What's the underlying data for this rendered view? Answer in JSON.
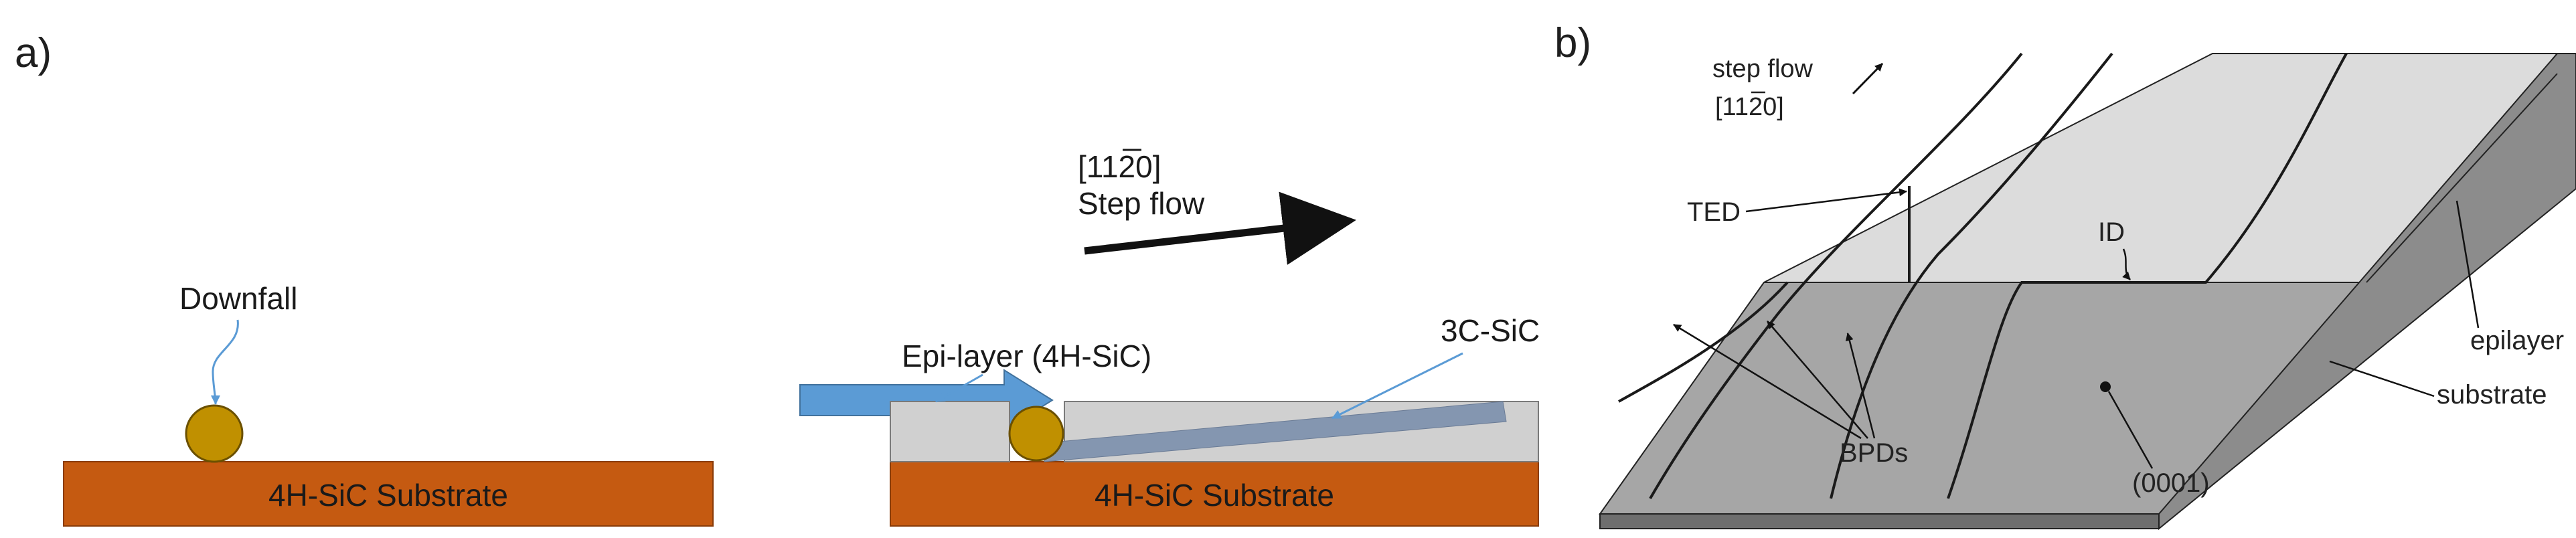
{
  "panel_a": {
    "tag": "a)",
    "downfall_label": "Downfall",
    "substrate_left_label": "4H-SiC Substrate",
    "substrate_right_label": "4H-SiC Substrate",
    "direction_label": "[11",
    "direction_digit": "2",
    "direction_tail": "0]",
    "step_flow_label": "Step flow",
    "epi_label": "Epi-layer (4H-SiC)",
    "polytype_label": "3C-SiC",
    "colors": {
      "substrate": "#c55a11",
      "particle": "#c09000",
      "epi": "#d0d0d0",
      "inclusion": "#8496b0",
      "process_arrow": "#5b9bd5",
      "callout": "#5b9bd5"
    }
  },
  "panel_b": {
    "tag": "b)",
    "step_flow_label": "step flow",
    "direction_label": "[11",
    "direction_digit": "2",
    "direction_tail": "0]",
    "ted_label": "TED",
    "id_label": "ID",
    "epilayer_label": "epilayer",
    "substrate_label": "substrate",
    "bpds_label": "BPDs",
    "plane_label": "(0001)",
    "colors": {
      "epi_top": "#dcdcdc",
      "substrate_top": "#a6a6a6",
      "front_face": "#6e6e6e",
      "side_face": "#8c8c8c",
      "lines": "#1a1a1a"
    }
  }
}
